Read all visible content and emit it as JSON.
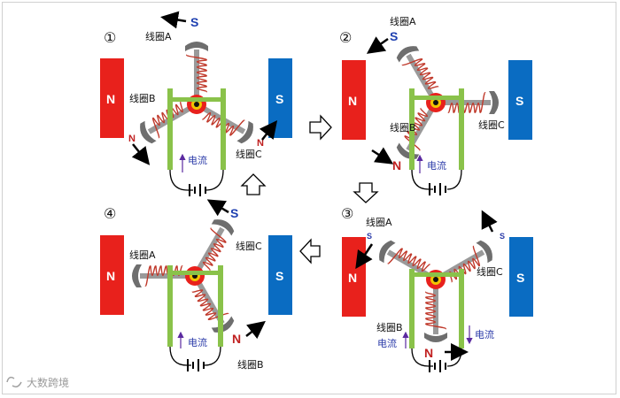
{
  "panels": [
    {
      "number": "①",
      "magnet_left": "N",
      "magnet_right": "S",
      "coil_a": "线圈A",
      "coil_b": "线圈B",
      "coil_c": "线圈C",
      "current": "电流",
      "pole_top": "S",
      "pole_left": "N",
      "pole_right": "N"
    },
    {
      "number": "②",
      "magnet_left": "N",
      "magnet_right": "S",
      "coil_a": "线圈A",
      "coil_b": "线圈B",
      "coil_c": "线圈C",
      "current": "电流",
      "pole_top": "S",
      "pole_bottom": "N"
    },
    {
      "number": "③",
      "magnet_left": "N",
      "magnet_right": "S",
      "coil_a": "线圈A",
      "coil_b": "线圈B",
      "coil_c": "线圈C",
      "current_left": "电流",
      "current_right": "电流",
      "pole_left": "S",
      "pole_right": "S",
      "pole_bottom": "N"
    },
    {
      "number": "④",
      "magnet_left": "N",
      "magnet_right": "S",
      "coil_a": "线圈A",
      "coil_b": "线圈B",
      "coil_c": "线圈C",
      "current": "电流",
      "pole_top": "S",
      "pole_bottom": "N"
    }
  ],
  "watermark": "大数跨境",
  "colors": {
    "magnet_n": "#e8211c",
    "magnet_s": "#0a6cc2",
    "coil": "#c0392b",
    "core": "#6e6e6e",
    "commutator": "#8ac24a",
    "arrow": "#000000",
    "current_arrow": "#5b2aa0"
  }
}
